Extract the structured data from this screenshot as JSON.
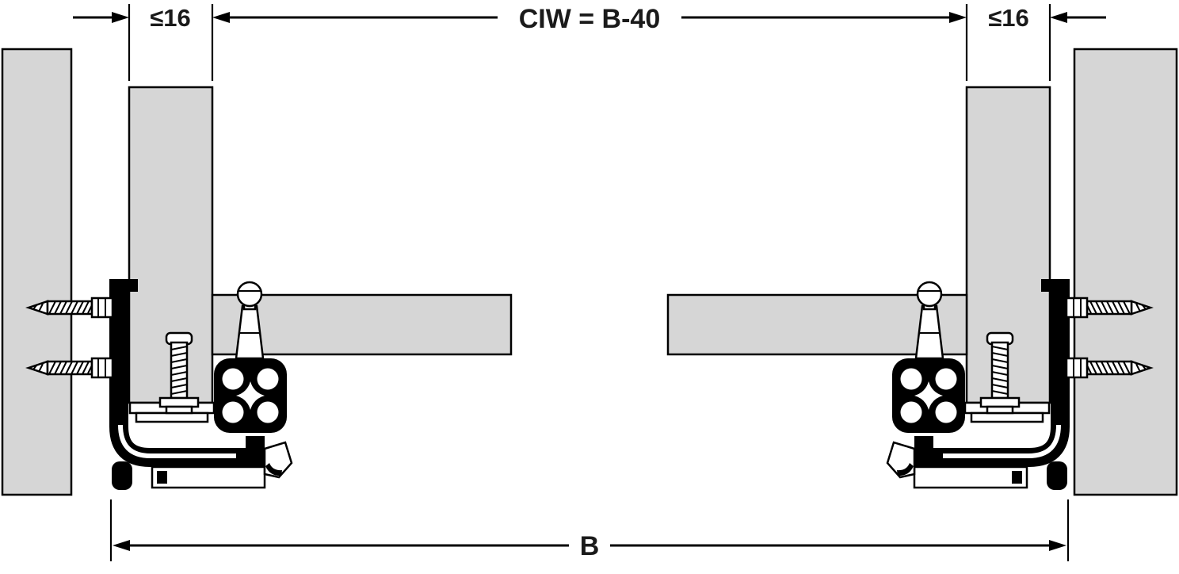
{
  "diagram": {
    "dimensions": {
      "top_left": "≤16",
      "top_center": "CIW = B-40",
      "top_right": "≤16",
      "bottom": "B"
    },
    "colors": {
      "background": "#ffffff",
      "panel_fill": "#d6d6d6",
      "line": "#000000",
      "text": "#1a1a1a"
    }
  }
}
